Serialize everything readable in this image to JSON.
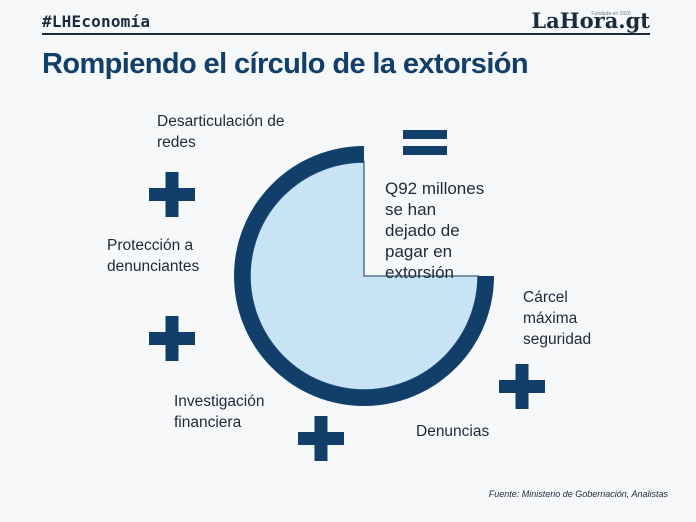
{
  "header": {
    "hashtag": "#LHEconomía",
    "logo": "LaHora.gt",
    "logo_small": "Fundada en 1920"
  },
  "title": "Rompiendo el círculo de la extorsión",
  "center_text": [
    "Q92 millones",
    "se han",
    "dejado de",
    "pagar en",
    "extorsión"
  ],
  "labels": {
    "desarticulacion": [
      "Desarticulación de",
      "redes"
    ],
    "proteccion": [
      "Protección a",
      "denunciantes"
    ],
    "investigacion": [
      "Investigación",
      "financiera"
    ],
    "denuncias": [
      "Denuncias"
    ],
    "carcel": [
      "Cárcel",
      "máxima",
      "seguridad"
    ]
  },
  "source": "Fuente: Ministerio de Gobernación, Analistas",
  "colors": {
    "navy": "#123f6a",
    "light_blue": "#c7e3f5",
    "background": "#f7f8fa"
  },
  "icons": [
    "equals-icon",
    "plus-icon",
    "plus-icon",
    "plus-icon",
    "plus-icon"
  ]
}
